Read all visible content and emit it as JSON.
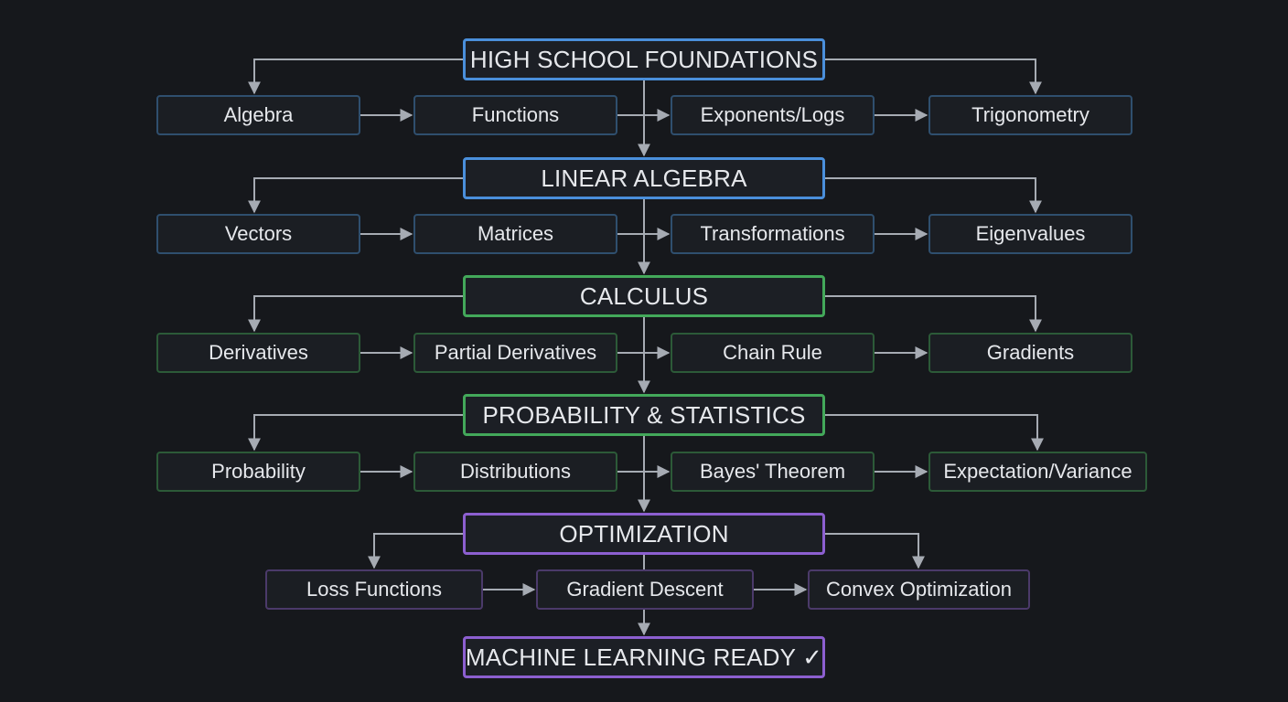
{
  "colors": {
    "background": "#16181c",
    "arrow": "#a6abb3",
    "blue_header": "#4a8fdb",
    "blue_box": "#2f4f6e",
    "green_header": "#43a85a",
    "green_box": "#2c5a38",
    "purple_header": "#8c5fd0",
    "purple_box": "#4b3a6a",
    "text": "#e6e8ec"
  },
  "sections": [
    {
      "title": "HIGH SCHOOL FOUNDATIONS",
      "color": "blue",
      "topics": [
        "Algebra",
        "Functions",
        "Exponents/Logs",
        "Trigonometry"
      ]
    },
    {
      "title": "LINEAR ALGEBRA",
      "color": "blue",
      "topics": [
        "Vectors",
        "Matrices",
        "Transformations",
        "Eigenvalues"
      ]
    },
    {
      "title": "CALCULUS",
      "color": "green",
      "topics": [
        "Derivatives",
        "Partial Derivatives",
        "Chain Rule",
        "Gradients"
      ]
    },
    {
      "title": "PROBABILITY & STATISTICS",
      "color": "green",
      "topics": [
        "Probability",
        "Distributions",
        "Bayes' Theorem",
        "Expectation/Variance"
      ]
    },
    {
      "title": "OPTIMIZATION",
      "color": "purple",
      "topics": [
        "Loss Functions",
        "Gradient Descent",
        "Convex Optimization"
      ]
    }
  ],
  "final": {
    "title": "MACHINE LEARNING READY ✓",
    "color": "purple"
  }
}
